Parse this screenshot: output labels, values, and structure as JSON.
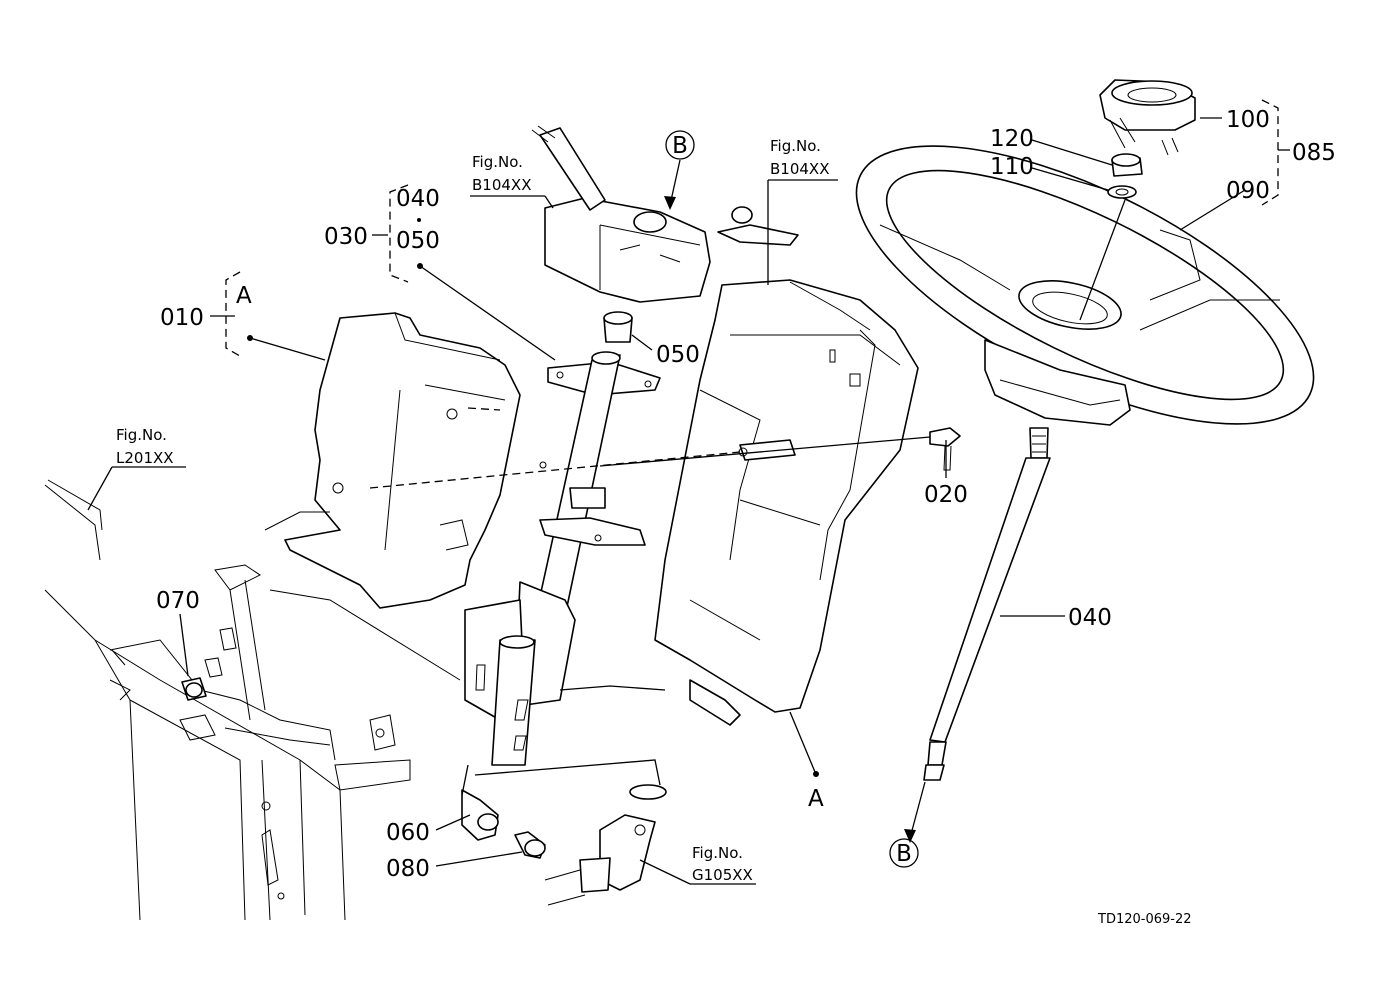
{
  "diagram": {
    "drawing_code": "TD120-069-22",
    "part_numbers": {
      "p010": "010",
      "p020": "020",
      "p030": "030",
      "p040_group": "040",
      "p050_group": "050",
      "p050": "050",
      "p040": "040",
      "p060": "060",
      "p070": "070",
      "p080": "080",
      "p085": "085",
      "p090": "090",
      "p100": "100",
      "p110": "110",
      "p120": "120"
    },
    "view_markers": {
      "a_top": "A",
      "a_bottom": "A",
      "b_top": "B",
      "b_bottom": "B"
    },
    "fig_refs": {
      "caption": "Fig.No.",
      "b104_left": "B104XX",
      "b104_right": "B104XX",
      "l201": "L201XX",
      "g105": "G105XX"
    }
  }
}
